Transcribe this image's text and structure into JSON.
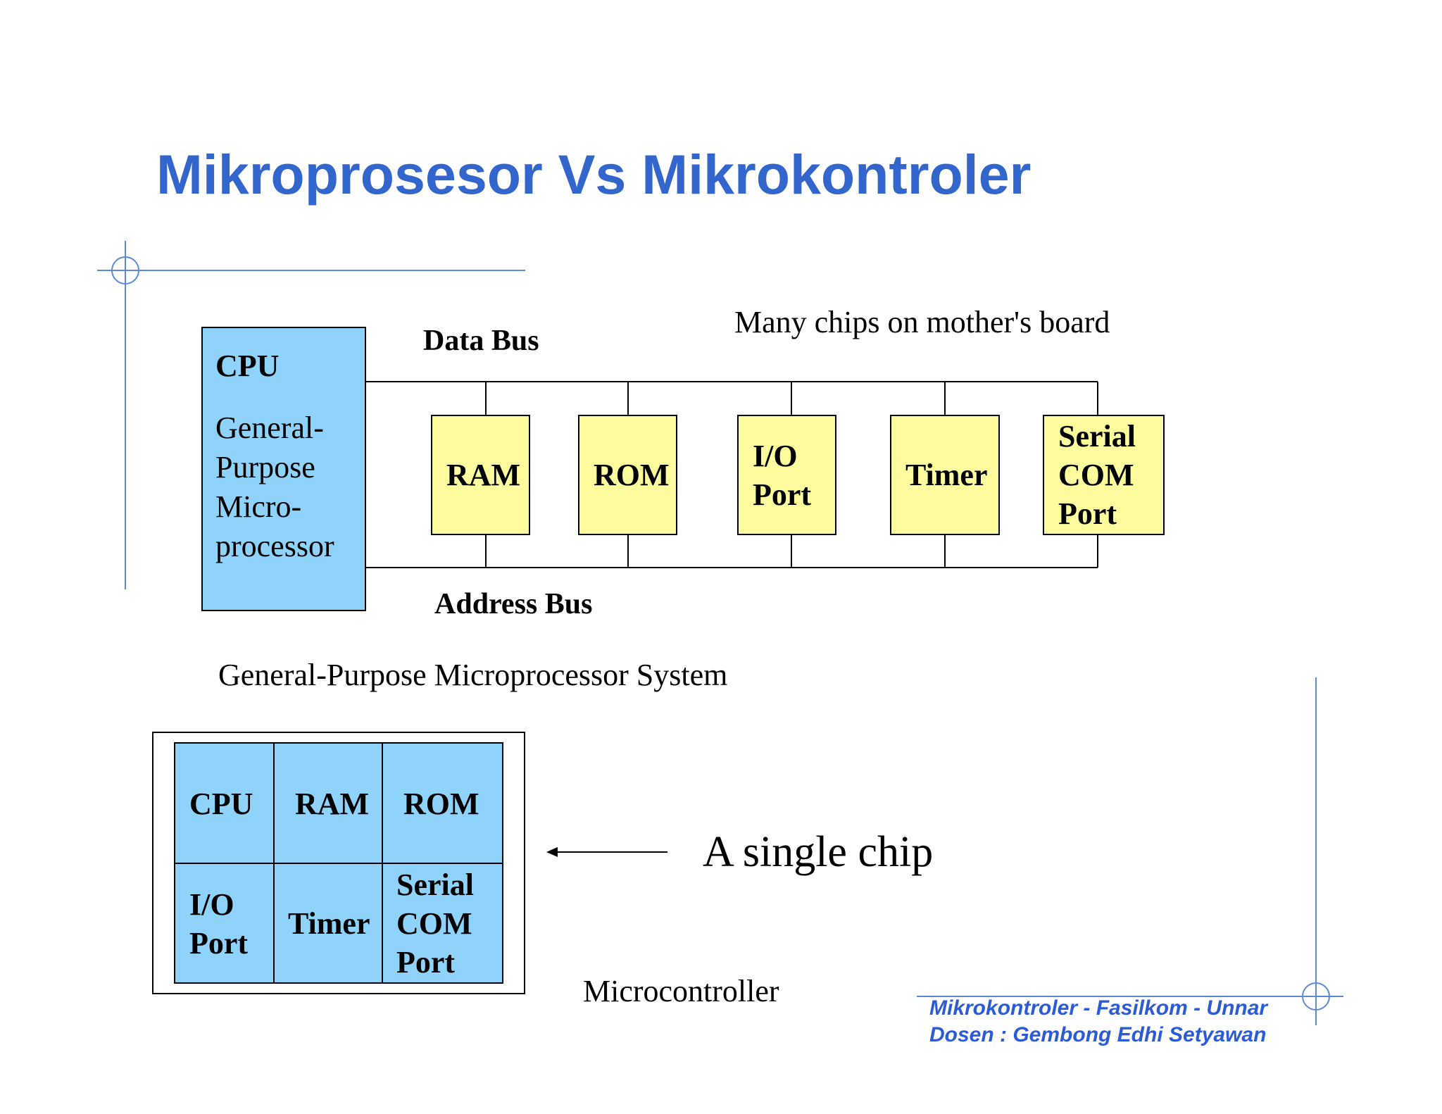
{
  "slide": {
    "title": "Mikroprosesor Vs Mikrokontroler"
  },
  "mp_system": {
    "note": "Many chips on mother's board",
    "data_bus_label": "Data Bus",
    "address_bus_label": "Address Bus",
    "cpu": {
      "label": "CPU",
      "desc_lines": [
        "General-",
        "Purpose",
        "Micro-",
        "processor"
      ]
    },
    "chips": [
      {
        "lines": [
          "RAM"
        ]
      },
      {
        "lines": [
          "ROM"
        ]
      },
      {
        "lines": [
          "I/O",
          "Port"
        ]
      },
      {
        "lines": [
          "Timer"
        ]
      },
      {
        "lines": [
          "Serial",
          "COM",
          "Port"
        ]
      }
    ],
    "caption": "General-Purpose Microprocessor System"
  },
  "mc_system": {
    "cells": [
      {
        "lines": [
          "CPU"
        ]
      },
      {
        "lines": [
          "RAM"
        ]
      },
      {
        "lines": [
          "ROM"
        ]
      },
      {
        "lines": [
          "I/O",
          "Port"
        ]
      },
      {
        "lines": [
          "Timer"
        ]
      },
      {
        "lines": [
          "Serial",
          "COM",
          "Port"
        ]
      }
    ],
    "single_chip_label": "A single chip",
    "caption": "Microcontroller"
  },
  "footer": {
    "line1": "Mikrokontroler - Fasilkom - Unnar",
    "line2": "Dosen : Gembong Edhi Setyawan"
  },
  "colors": {
    "title": "#3366cc",
    "accent_line": "#5b8ad6",
    "cpu_fill": "#8fd3fb",
    "chip_fill": "#fcfc9e",
    "footer": "#2b5bd6"
  }
}
